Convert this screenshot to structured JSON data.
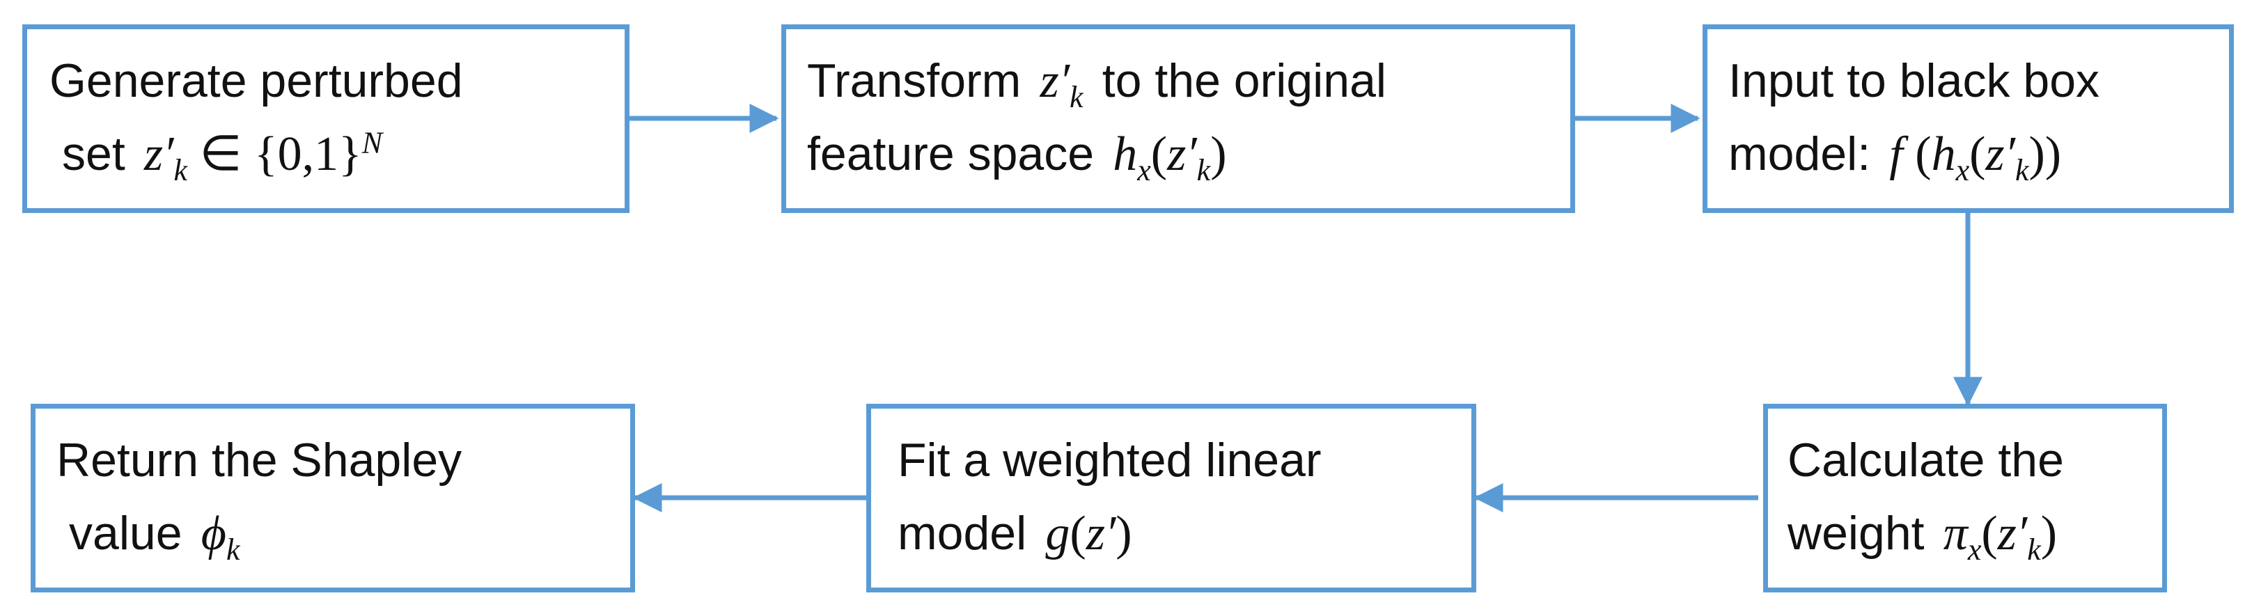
{
  "colors": {
    "stroke": "#5b9bd5",
    "text": "#111111",
    "background": "#ffffff"
  },
  "nodes": [
    {
      "id": "generate",
      "line1_text": "Generate perturbed",
      "line2_text": "set",
      "line2_math_var": "z′",
      "line2_math_sub": "k",
      "line2_math_op": " ∈ {0,1}",
      "line2_math_sup": "N"
    },
    {
      "id": "transform",
      "line1_text": "Transform",
      "line1_math_var": "z′",
      "line1_math_sub": "k",
      "line1_text_after": "to the original",
      "line2_text": "feature space",
      "line2_math_var": "h",
      "line2_math_sub": "x",
      "line2_math_open": "(",
      "line2_math_arg": "z′",
      "line2_math_arg_sub": "k",
      "line2_math_close": ")"
    },
    {
      "id": "blackbox",
      "line1_text": "Input to black box",
      "line2_text": "model:",
      "line2_math_f": "f",
      "line2_math_open1": " (",
      "line2_math_h": "h",
      "line2_math_h_sub": "x",
      "line2_math_open2": "(",
      "line2_math_arg": "z′",
      "line2_math_arg_sub": "k",
      "line2_math_close": "))"
    },
    {
      "id": "weight",
      "line1_text": "Calculate the",
      "line2_text": "weight",
      "line2_math_pi": "π",
      "line2_math_pi_sub": "x",
      "line2_math_open": "(",
      "line2_math_arg": "z′",
      "line2_math_arg_sub": "k",
      "line2_math_close": ")"
    },
    {
      "id": "fit",
      "line1_text": "Fit a weighted linear",
      "line2_text": "model",
      "line2_math_g": "g",
      "line2_math_open": "(",
      "line2_math_arg": "z′",
      "line2_math_close": ")"
    },
    {
      "id": "shapley",
      "line1_text": "Return the Shapley",
      "line2_text": "value",
      "line2_math_phi": "ϕ",
      "line2_math_phi_sub": "k"
    }
  ]
}
